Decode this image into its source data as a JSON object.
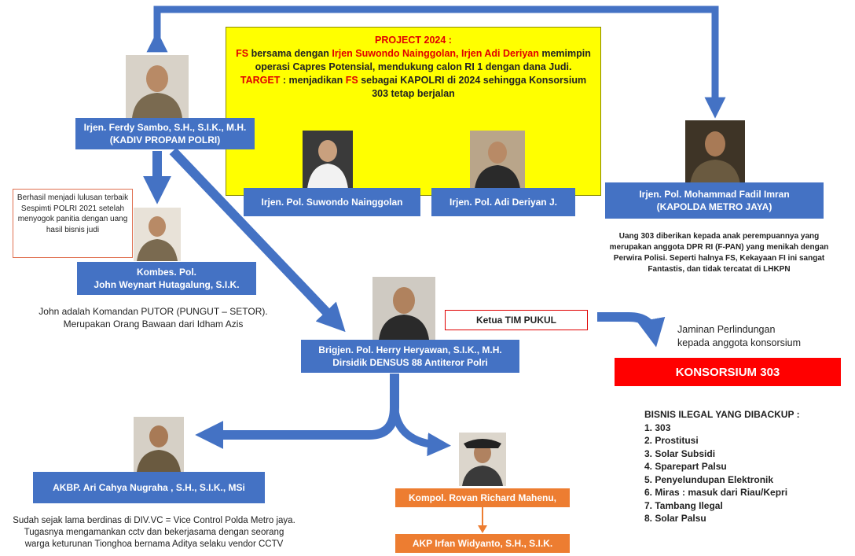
{
  "project": {
    "title": "PROJECT 2024 :",
    "line1_red": "FS",
    "line1_text": " bersama dengan ",
    "line1_red2": "Irjen Suwondo Nainggolan, Irjen Adi Deriyan",
    "line1_text2": " memimpin operasi Capres Potensial, mendukung calon RI 1 dengan dana Judi. ",
    "target_label": "TARGET",
    "target_text": " : menjadikan ",
    "target_red": "FS",
    "target_text2": " sebagai KAPOLRI  di 2024 sehingga Konsorsium 303 tetap berjalan"
  },
  "people": {
    "sambo": {
      "line1": "Irjen. Ferdy Sambo, S.H., S.I.K., M.H.",
      "line2": "(KADIV PROPAM POLRI)"
    },
    "suwondo": {
      "line1": "Irjen. Pol. Suwondo Nainggolan"
    },
    "adi": {
      "line1": "Irjen. Pol. Adi Deriyan J."
    },
    "fadil": {
      "line1": "Irjen. Pol. Mohammad Fadil Imran",
      "line2": "(KAPOLDA METRO JAYA)"
    },
    "john": {
      "line1": "Kombes. Pol.",
      "line2": "John Weynart Hutagalung, S.I.K."
    },
    "herry": {
      "line1": "Brigjen. Pol. Herry Heryawan, S.I.K., M.H.",
      "line2": "Dirsidik DENSUS 88 Antiteror Polri"
    },
    "ari": {
      "line1": "AKBP. Ari Cahya Nugraha , S.H., S.I.K., MSi"
    },
    "rovan": {
      "line1": "Kompol. Rovan Richard Mahenu,"
    },
    "irfan": {
      "line1": "AKP Irfan Widyanto, S.H., S.I.K."
    }
  },
  "notes": {
    "sespimti": "Berhasil menjadi lulusan terbaik Sespimti  POLRI 2021 setelah menyogok panitia dengan uang hasil bisnis judi",
    "john_desc1": "John adalah Komandan PUTOR (PUNGUT – SETOR).",
    "john_desc2": "Merupakan Orang Bawaan dari Idham Azis",
    "fadil_desc": "Uang 303 diberikan kepada anak perempuannya yang merupakan anggota DPR RI (F-PAN) yang menikah dengan Perwira Polisi. Seperti halnya FS, Kekayaan FI ini sangat Fantastis, dan tidak tercatat di LHKPN",
    "ketua": "Ketua TIM PUKUL",
    "jaminan1": "Jaminan Perlindungan",
    "jaminan2": "kepada anggota konsorsium",
    "konsorsium": "KONSORSIUM 303",
    "ari_desc1": "Sudah sejak lama berdinas di DIV.VC = Vice Control Polda Metro jaya.",
    "ari_desc2": "Tugasnya mengamankan cctv dan bekerjasama dengan seorang",
    "ari_desc3": "warga keturunan Tionghoa bernama Aditya selaku vendor CCTV"
  },
  "bisnis": {
    "title": "BISNIS ILEGAL YANG DIBACKUP :",
    "items": [
      "1. 303",
      "2. Prostitusi",
      "3. Solar Subsidi",
      "4. Sparepart Palsu",
      "5. Penyelundupan Elektronik",
      "6. Miras : masuk dari Riau/Kepri",
      "7. Tambang Ilegal",
      "8. Solar Palsu"
    ]
  },
  "colors": {
    "blue": "#4472c4",
    "orange": "#ed7d31",
    "yellow": "#ffff00",
    "red": "#ff0000"
  }
}
